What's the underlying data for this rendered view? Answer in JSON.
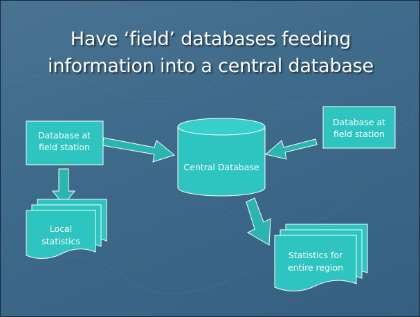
{
  "slide": {
    "title_line1": "Have ‘field’ databases feeding",
    "title_line2": "information into a central database"
  },
  "diagram": {
    "field_db_left": {
      "line1": "Database at",
      "line2": "field station"
    },
    "field_db_right": {
      "line1": "Database at",
      "line2": "field station"
    },
    "central_db": {
      "label": "Central Database"
    },
    "local_stats": {
      "line1": "Local",
      "line2": "statistics"
    },
    "region_stats": {
      "line1": "Statistics for",
      "line2": "entire region"
    }
  },
  "colors": {
    "shape_fill": "#2ec4c0",
    "shape_fill_dark": "#1fa8a4",
    "shape_stroke": "#ffffff",
    "arrow_fill": "#2bb5b0",
    "background": "#3e6a8b",
    "text": "#ffffff"
  }
}
